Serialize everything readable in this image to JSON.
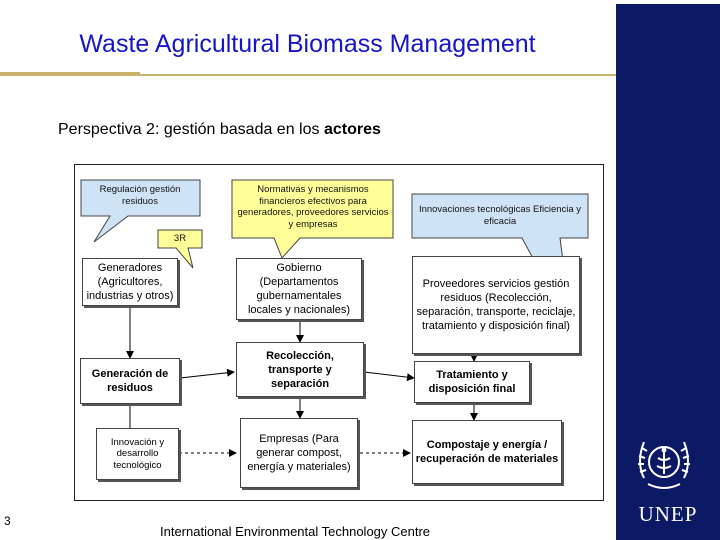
{
  "slide": {
    "title": "Waste Agricultural Biomass Management",
    "subtitle_prefix": "Perspectiva 2: gestión basada en los ",
    "subtitle_bold": "actores",
    "page_number": "3",
    "footer": "International Environmental Technology Centre",
    "brand": "UNEP",
    "colors": {
      "title": "#1515c8",
      "sidebar": "#0c1a66",
      "callout_fill": "#cfe3f6",
      "callout_yellow": "#ffff99",
      "accent_rule": "#c8b46e"
    }
  },
  "callouts": {
    "regulation": "Regulación gestión residuos",
    "tag_3r": "3R",
    "financing": "Normativas y mecanismos financieros efectivos para generadores, proveedores servicios y empresas",
    "innovation": "Innovaciones tecnológicas Eficiencia y eficacia"
  },
  "boxes": {
    "generators": "Generadores (Agricultores, industrias y otros)",
    "government": "Gobierno (Departamentos gubernamentales locales y nacionales)",
    "providers": "Proveedores servicios gestión residuos (Recolección, separación, transporte, reciclaje, tratamiento y disposición final)",
    "generation": "Generación de residuos",
    "collection": "Recolección, transporte y separación",
    "treatment": "Tratamiento y disposición final",
    "innovation_dev": "Innovación y desarrollo tecnológico",
    "companies": "Empresas (Para generar compost, energía y materiales)",
    "compost": "Compostaje y energía / recuperación de materiales"
  },
  "icons": {
    "logo": "unep-laurel-logo-icon"
  }
}
